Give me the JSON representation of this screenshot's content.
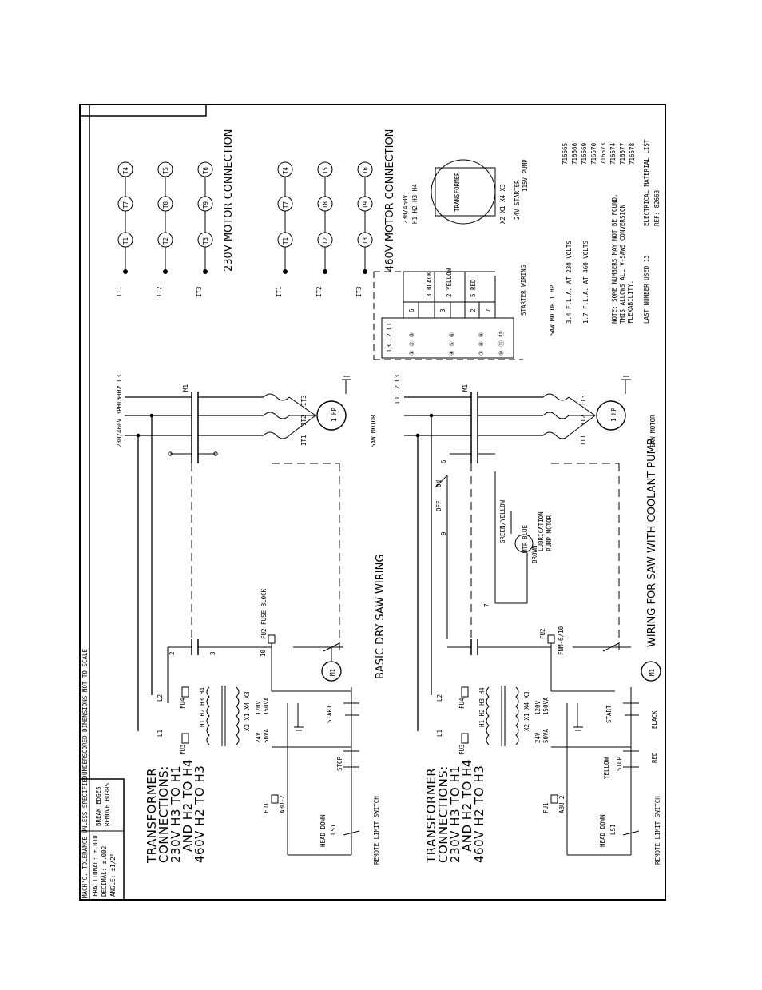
{
  "tolerance_block": {
    "header": "MACH'G. TOLERANCE UNLESS SPECIFIED",
    "not_to_scale": "UNDERSCORED DIMENSIONS NOT TO SCALE",
    "fractional": "FRACTIONAL: ±.010",
    "decimal": "DECIMAL: ±.002",
    "angle": "ANGLE: ±1/2°",
    "break_edges": "BREAK EDGES",
    "remove_burrs": "REMOVE BURRS"
  },
  "transformer_note_1": [
    "TRANSFORMER",
    "CONNECTIONS:",
    "230V H3 TO H1",
    "AND H2 TO H4",
    "460V H2 TO H3"
  ],
  "transformer_note_2": [
    "TRANSFORMER",
    "CONNECTIONS:",
    "230V H3 TO H1",
    "AND H2 TO H4",
    "460V H2 TO H3"
  ],
  "titles": {
    "basic": "BASIC DRY SAW WIRING",
    "coolant": "WIRING FOR SAW WITH COOLANT PUMP",
    "motor230": "230V MOTOR CONNECTION",
    "motor460": "460V MOTOR CONNECTION"
  },
  "labels": {
    "supply": "230/460V 3PH 60HZ",
    "saw_motor": "SAW MOTOR",
    "hp": "1 HP",
    "fuse_block": "FU2 FUSE BLOCK",
    "fu2": "FU2",
    "fnm": "FNM-6/10",
    "fu1": "FU1",
    "abu": "ABU-2",
    "fu3": "FU3",
    "fu4": "FU4",
    "head_down": "HEAD DOWN",
    "ls1": "LS1",
    "remote": "REMOTE LIMIT SWITCH",
    "stop": "STOP",
    "start": "START",
    "m1": "M1",
    "off": "OFF",
    "on": "ON",
    "yellow": "YELLOW",
    "red": "RED",
    "black": "BLACK",
    "green_yellow": "GREEN/YELLOW",
    "brown": "BROWN",
    "blue": "BLUE",
    "mtr": "MTR",
    "lub_pump": "LUBRICATION",
    "pump_motor": "PUMP MOTOR",
    "v120": "120V",
    "va150": "150VA",
    "v24": "24V",
    "va50": "50VA",
    "transformer": "TRANSFORMER",
    "starter_wiring": "STARTER WIRING",
    "wire_black": "3 BLACK",
    "wire_yellow": "2 YELLOW",
    "wire_red": "5 RED",
    "starter_24v": "24V STARTER",
    "pump_115v": "115V PUMP",
    "hv_in": "230/460V"
  },
  "motor_info": {
    "saw_motor": "SAW MOTOR 1 HP",
    "fla230": "3.4 F.L.A. AT 230 VOLTS",
    "fla460": "1.7 F.L.A. AT 460 VOLTS",
    "note1": "NOTE: SOME NUMBERS MAY NOT BE FOUND,",
    "note2": "THIS ALLOWS ALL V-SAWS CONVERSION",
    "note3": "FLEXABILITY.",
    "last_number": "LAST NUMBER USED 13",
    "material_list": "ELECTRICAL MATERIAL LIST",
    "ref": "REF: 82663"
  },
  "part_numbers": [
    "716665",
    "716666",
    "716669",
    "716670",
    "716673",
    "716674",
    "716677",
    "716678"
  ]
}
